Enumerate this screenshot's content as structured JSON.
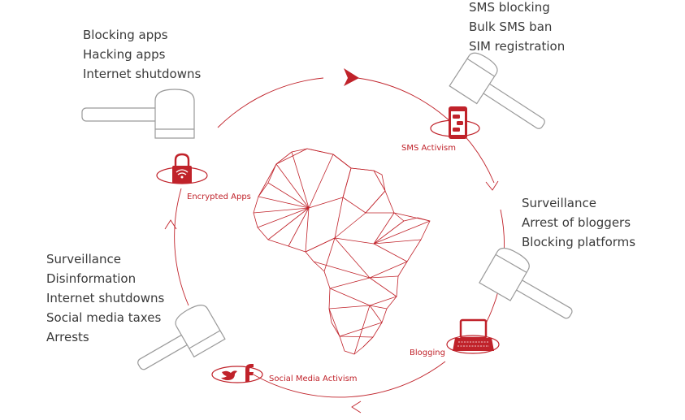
{
  "colors": {
    "accent": "#c0222a",
    "hammer": "#9a9a9a",
    "text": "#3a3a3a"
  },
  "threats": {
    "top_left": [
      "Blocking apps",
      "Hacking apps",
      "Internet shutdowns"
    ],
    "top_right": [
      "SMS blocking",
      "Bulk SMS ban",
      "SIM registration"
    ],
    "right": [
      "Surveillance",
      "Arrest of bloggers",
      "Blocking platforms"
    ],
    "left": [
      "Surveillance",
      "Disinformation",
      "Internet shutdowns",
      "Social media taxes",
      "Arrests"
    ]
  },
  "cycle": {
    "encrypted": {
      "label": "Encrypted Apps",
      "icon": "padlock-wifi-icon"
    },
    "sms": {
      "label": "SMS Activism",
      "icon": "mobile-phone-icon"
    },
    "blogging": {
      "label": "Blogging",
      "icon": "laptop-icon"
    },
    "social": {
      "label": "Social Media Activism",
      "icon": "twitter-facebook-icon"
    }
  }
}
